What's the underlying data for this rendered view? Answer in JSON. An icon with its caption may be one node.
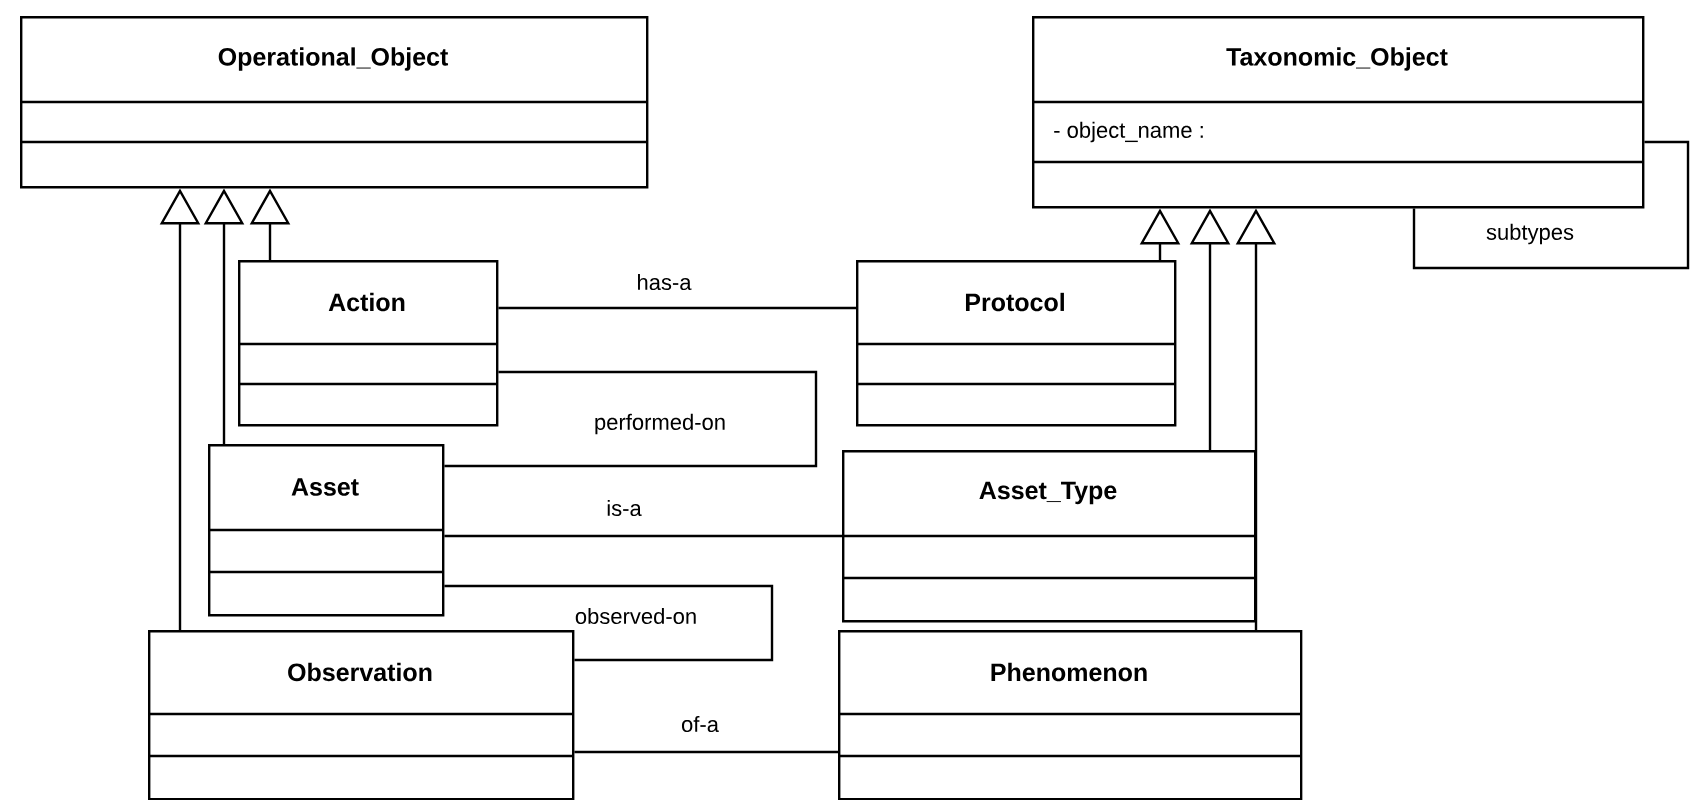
{
  "diagram": {
    "nodes": [
      {
        "text": [
          "Operational_Object"
        ]
      },
      {
        "text": [
          "Taxonomic_Object",
          "- object_name :"
        ]
      },
      {
        "text": [
          "Action"
        ]
      },
      {
        "text": [
          "Protocol"
        ]
      },
      {
        "text": [
          "Asset"
        ]
      },
      {
        "text": [
          "Asset_Type"
        ]
      },
      {
        "text": [
          "Observation"
        ]
      },
      {
        "text": [
          "Phenomenon"
        ]
      }
    ],
    "edges": [
      {
        "from": 2,
        "to": 0,
        "arrow": "to"
      },
      {
        "from": 4,
        "to": 0,
        "arrow": "to"
      },
      {
        "from": 6,
        "to": 0,
        "arrow": "to"
      },
      {
        "from": 3,
        "to": 1,
        "arrow": "to"
      },
      {
        "from": 5,
        "to": 1,
        "arrow": "to"
      },
      {
        "from": 7,
        "to": 1,
        "arrow": "to"
      },
      {
        "from": 2,
        "to": 3,
        "arrow": "none",
        "label": "has-a"
      },
      {
        "from": 2,
        "to": 4,
        "arrow": "none",
        "label": "performed-on"
      },
      {
        "from": 4,
        "to": 5,
        "arrow": "none",
        "label": "is-a"
      },
      {
        "from": 4,
        "to": 6,
        "arrow": "none",
        "label": "observed-on"
      },
      {
        "from": 6,
        "to": 7,
        "arrow": "none",
        "label": "of-a"
      },
      {
        "from": 1,
        "to": 1,
        "arrow": "none",
        "label": "subtypes"
      }
    ]
  }
}
